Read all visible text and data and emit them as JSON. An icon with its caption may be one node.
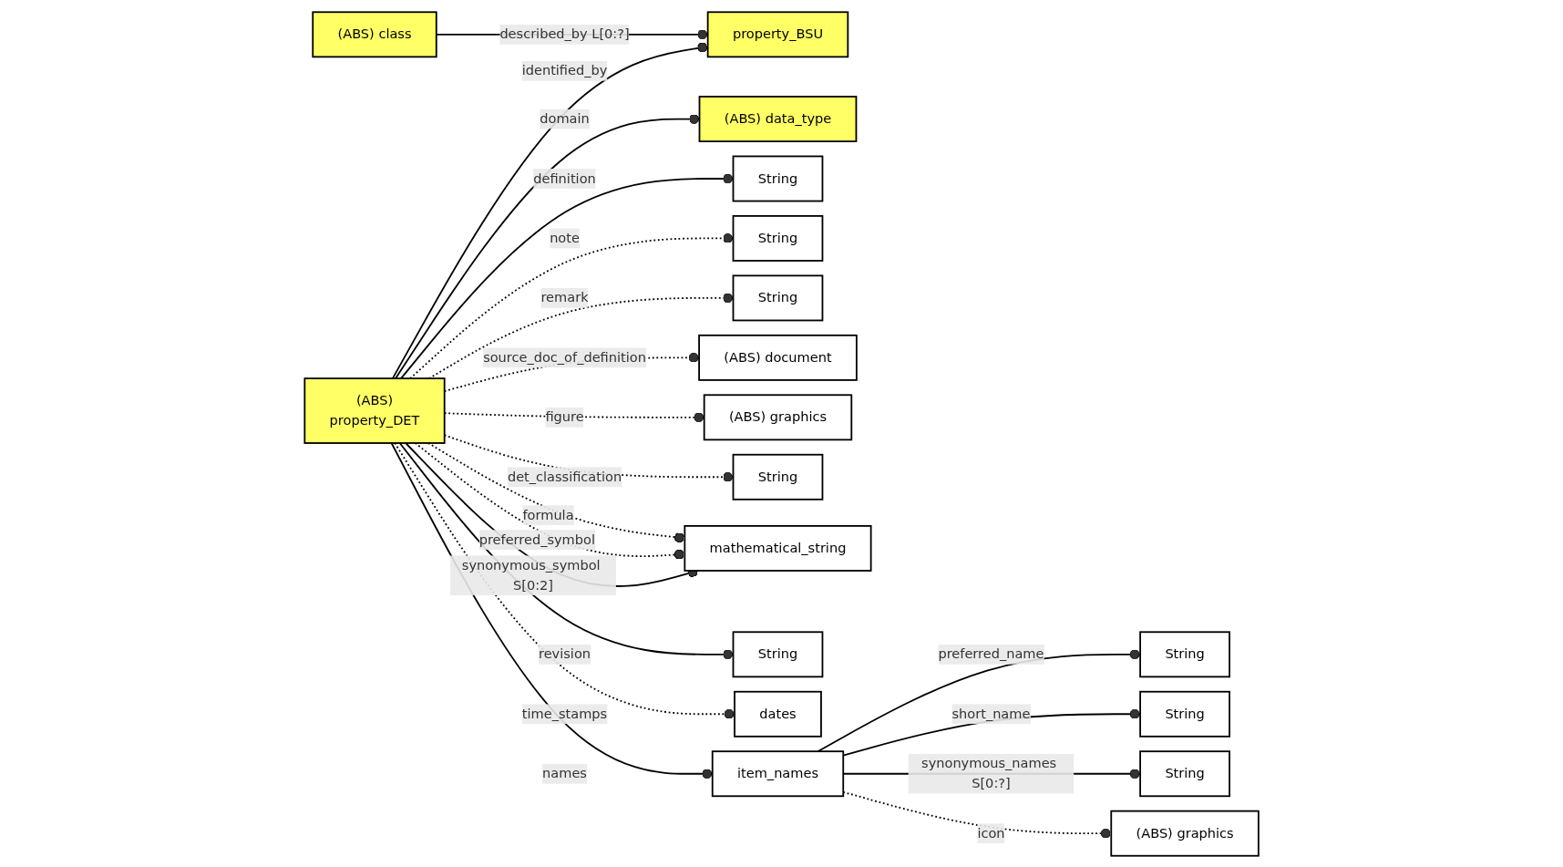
{
  "diagram": {
    "nodes": [
      {
        "text": [
          "(ABS) class"
        ]
      },
      {
        "text": [
          "property_BSU"
        ]
      },
      {
        "text": [
          "(ABS)",
          "property_DET"
        ]
      },
      {
        "text": [
          "(ABS) data_type"
        ]
      },
      {
        "text": [
          "String"
        ]
      },
      {
        "text": [
          "String"
        ]
      },
      {
        "text": [
          "String"
        ]
      },
      {
        "text": [
          "(ABS) document"
        ]
      },
      {
        "text": [
          "(ABS) graphics"
        ]
      },
      {
        "text": [
          "String"
        ]
      },
      {
        "text": [
          "mathematical_string"
        ]
      },
      {
        "text": [
          "String"
        ]
      },
      {
        "text": [
          "dates"
        ]
      },
      {
        "text": [
          "item_names"
        ]
      },
      {
        "text": [
          "String"
        ]
      },
      {
        "text": [
          "String"
        ]
      },
      {
        "text": [
          "String"
        ]
      },
      {
        "text": [
          "(ABS) graphics"
        ]
      }
    ],
    "edges": [
      {
        "from": 0,
        "to": 1,
        "arrow": "other",
        "label": "described_by L[0:?]"
      },
      {
        "from": 2,
        "to": 1,
        "arrow": "other",
        "label": "identified_by"
      },
      {
        "from": 2,
        "to": 3,
        "arrow": "other",
        "label": "domain"
      },
      {
        "from": 2,
        "to": 4,
        "arrow": "other",
        "label": "definition"
      },
      {
        "from": 2,
        "to": 5,
        "arrow": "other",
        "label": "note",
        "style": "dashed"
      },
      {
        "from": 2,
        "to": 6,
        "arrow": "other",
        "label": "remark",
        "style": "dashed"
      },
      {
        "from": 2,
        "to": 7,
        "arrow": "other",
        "label": "source_doc_of_definition",
        "style": "dashed"
      },
      {
        "from": 2,
        "to": 8,
        "arrow": "other",
        "label": "figure",
        "style": "dashed"
      },
      {
        "from": 2,
        "to": 9,
        "arrow": "other",
        "label": "det_classification",
        "style": "dashed"
      },
      {
        "from": 2,
        "to": 10,
        "arrow": "other",
        "label": "formula",
        "style": "dashed"
      },
      {
        "from": 2,
        "to": 10,
        "arrow": "other",
        "label": "preferred_symbol",
        "style": "dashed"
      },
      {
        "from": 2,
        "to": 10,
        "arrow": "other",
        "label": "synonymous_symbol S[0:2]"
      },
      {
        "from": 2,
        "to": 11,
        "arrow": "other",
        "label": "revision"
      },
      {
        "from": 2,
        "to": 12,
        "arrow": "other",
        "label": "time_stamps",
        "style": "dashed"
      },
      {
        "from": 2,
        "to": 13,
        "arrow": "other",
        "label": "names"
      },
      {
        "from": 13,
        "to": 14,
        "arrow": "other",
        "label": "preferred_name"
      },
      {
        "from": 13,
        "to": 15,
        "arrow": "other",
        "label": "short_name"
      },
      {
        "from": 13,
        "to": 16,
        "arrow": "other",
        "label": "synonymous_names S[0:?]"
      },
      {
        "from": 13,
        "to": 17,
        "arrow": "other",
        "label": "icon",
        "style": "dashed"
      }
    ]
  }
}
